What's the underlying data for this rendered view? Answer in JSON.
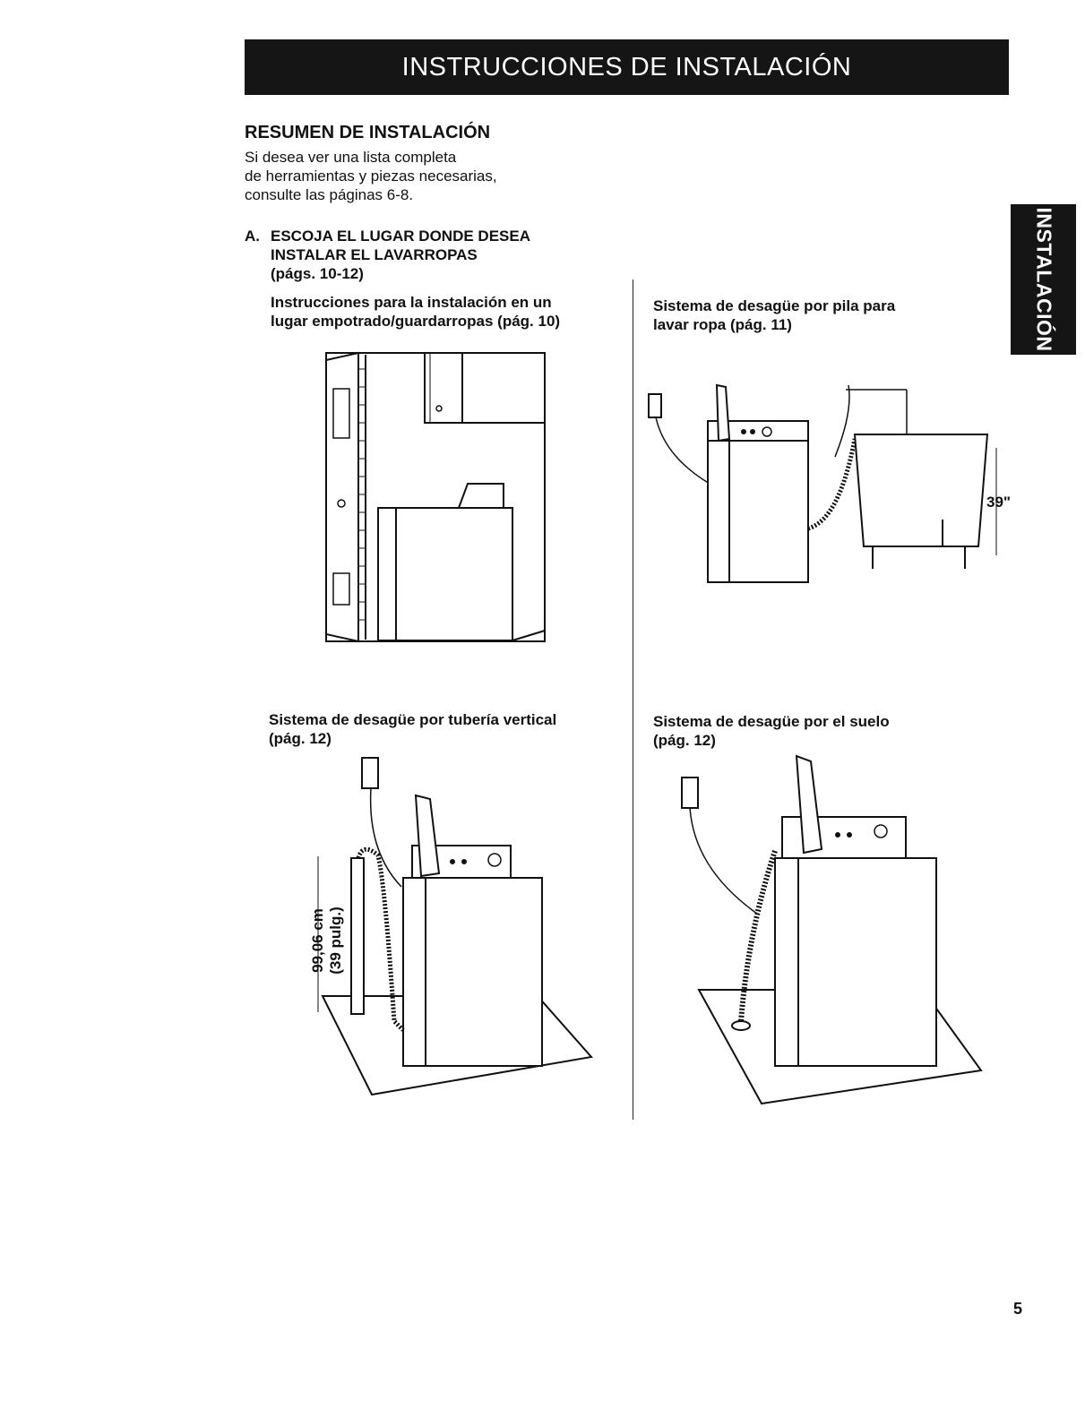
{
  "header": {
    "title": "INSTRUCCIONES DE INSTALACIÓN"
  },
  "side_tab": {
    "label": "INSTALACIÓN"
  },
  "summary": {
    "heading": "RESUMEN DE INSTALACIÓN",
    "lines": [
      "Si desea ver una lista completa",
      "de herramientas y piezas necesarias,",
      "consulte las páginas 6-8."
    ]
  },
  "step_a": {
    "letter": "A.",
    "lines": [
      "ESCOJA EL LUGAR DONDE DESEA",
      "INSTALAR EL LAVARROPAS",
      "(págs. 10-12)"
    ]
  },
  "captions": {
    "closet": [
      "Instrucciones para la instalación en un",
      "lugar empotrado/guardarropas (pág. 10)"
    ],
    "tub": [
      "Sistema de desagüe por pila para",
      "lavar ropa (pág. 11)"
    ],
    "standpipe": [
      "Sistema de desagüe por tubería vertical",
      "(pág. 12)"
    ],
    "floor": [
      "Sistema de desagüe por el suelo",
      "(pág. 12)"
    ]
  },
  "dimensions": {
    "tub_height": "39\"",
    "standpipe_cm": "99,06 cm",
    "standpipe_in": "(39 pulg.)"
  },
  "page_number": "5"
}
